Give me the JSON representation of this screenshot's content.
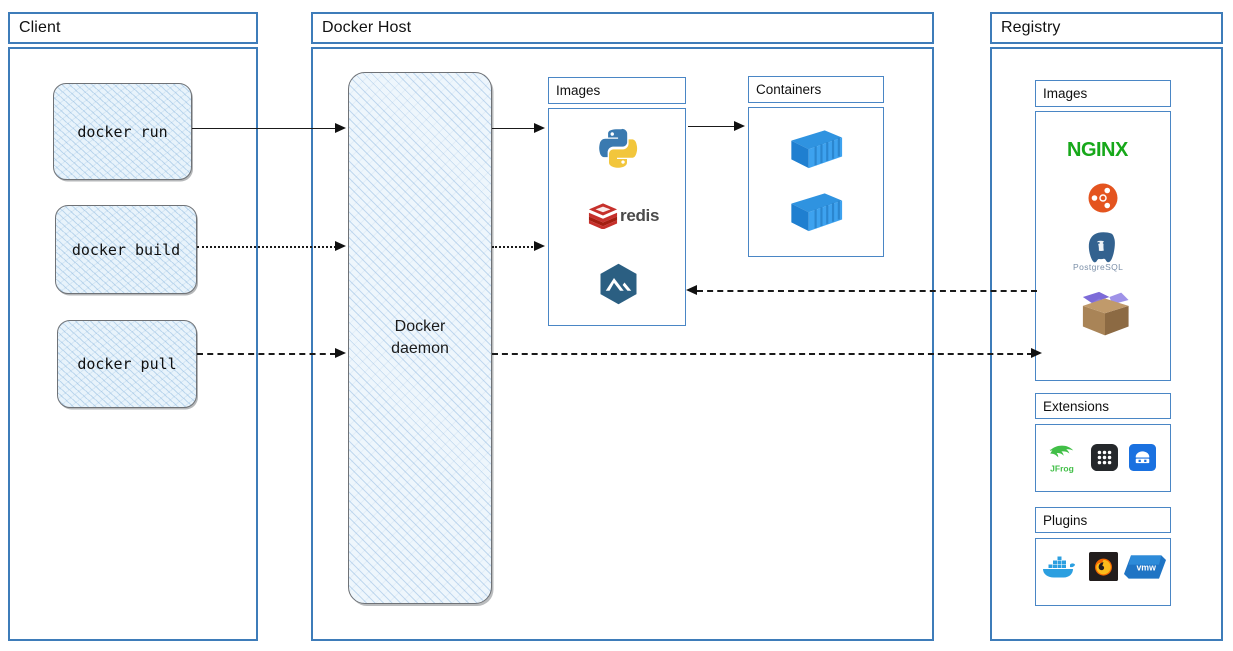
{
  "diagram": {
    "title": "Docker architecture",
    "accent_color": "#3e7cb9",
    "sub_accent_color": "#4a86c5"
  },
  "panels": {
    "client": {
      "title": "Client",
      "commands": [
        {
          "label": "docker run",
          "line_style": "solid"
        },
        {
          "label": "docker build",
          "line_style": "dotted"
        },
        {
          "label": "docker pull",
          "line_style": "dashed"
        }
      ]
    },
    "docker_host": {
      "title": "Docker Host",
      "daemon_label_line1": "Docker",
      "daemon_label_line2": "daemon",
      "images": {
        "title": "Images",
        "items": [
          {
            "name": "python-logo-icon",
            "label": "python"
          },
          {
            "name": "redis-logo-icon",
            "label": "redis"
          },
          {
            "name": "alpine-logo-icon",
            "label": "alpine"
          }
        ]
      },
      "containers": {
        "title": "Containers",
        "items": [
          {
            "name": "shipping-container-icon",
            "label": "container"
          },
          {
            "name": "shipping-container-icon",
            "label": "container"
          }
        ]
      }
    },
    "registry": {
      "title": "Registry",
      "images": {
        "title": "Images",
        "items": [
          {
            "name": "nginx-logo-icon",
            "label": "NGINX"
          },
          {
            "name": "ubuntu-logo-icon",
            "label": "Ubuntu"
          },
          {
            "name": "postgresql-logo-icon",
            "label": "PostgreSQL"
          },
          {
            "name": "package-box-icon",
            "label": "package"
          }
        ]
      },
      "extensions": {
        "title": "Extensions",
        "items": [
          {
            "name": "jfrog-logo-icon",
            "label": "JFrog"
          },
          {
            "name": "app-grid-icon",
            "label": "apps"
          },
          {
            "name": "portainer-logo-icon",
            "label": "portainer"
          }
        ]
      },
      "plugins": {
        "title": "Plugins",
        "items": [
          {
            "name": "docker-whale-icon",
            "label": "Docker"
          },
          {
            "name": "grafana-logo-icon",
            "label": "Grafana"
          },
          {
            "name": "vmware-logo-icon",
            "label": "vmw"
          }
        ]
      }
    }
  },
  "connections": [
    {
      "from": "docker-run",
      "to": "docker-daemon",
      "style": "solid"
    },
    {
      "from": "docker-build",
      "to": "docker-daemon",
      "style": "dotted"
    },
    {
      "from": "docker-pull",
      "to": "docker-daemon",
      "style": "dashed"
    },
    {
      "from": "docker-daemon",
      "to": "host-images",
      "style": "solid"
    },
    {
      "from": "docker-daemon",
      "to": "host-images",
      "style": "dotted"
    },
    {
      "from": "host-images",
      "to": "host-containers",
      "style": "solid"
    },
    {
      "from": "registry-images",
      "to": "host-images",
      "style": "dashed"
    },
    {
      "from": "docker-daemon",
      "to": "registry-images",
      "style": "dashed"
    }
  ]
}
